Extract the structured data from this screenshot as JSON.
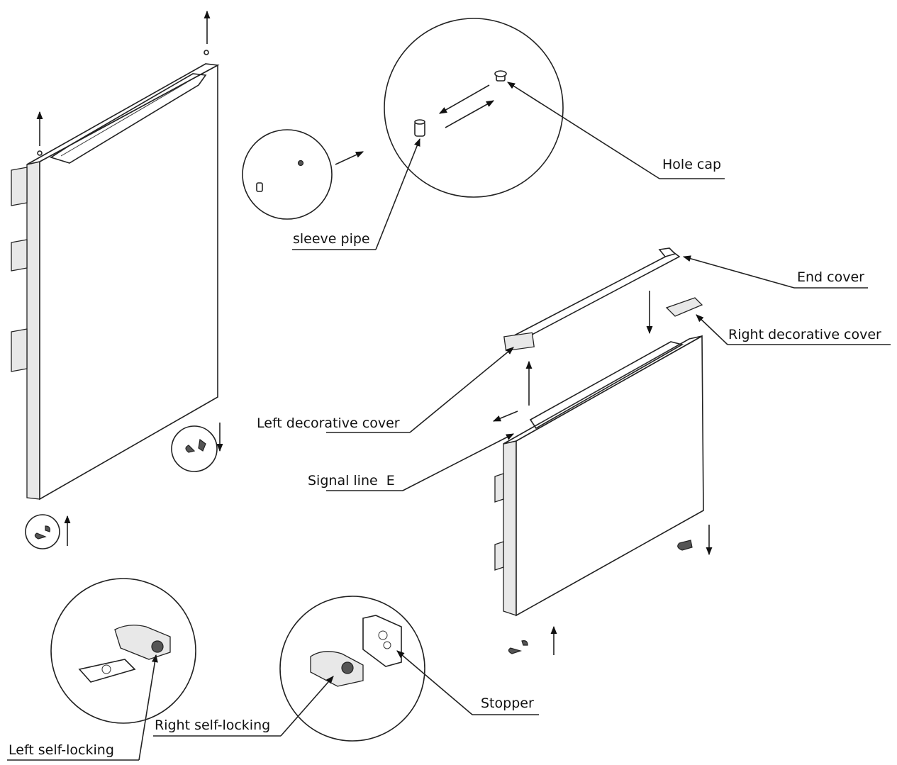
{
  "labels": {
    "hole_cap": "Hole cap",
    "sleeve_pipe": "sleeve pipe",
    "end_cover": "End cover",
    "right_decorative_cover": "Right decorative cover",
    "left_decorative_cover": "Left decorative cover",
    "signal_line": "Signal line  E",
    "stopper": "Stopper",
    "right_self_locking": "Right self-locking",
    "left_self_locking": "Left self-locking"
  }
}
